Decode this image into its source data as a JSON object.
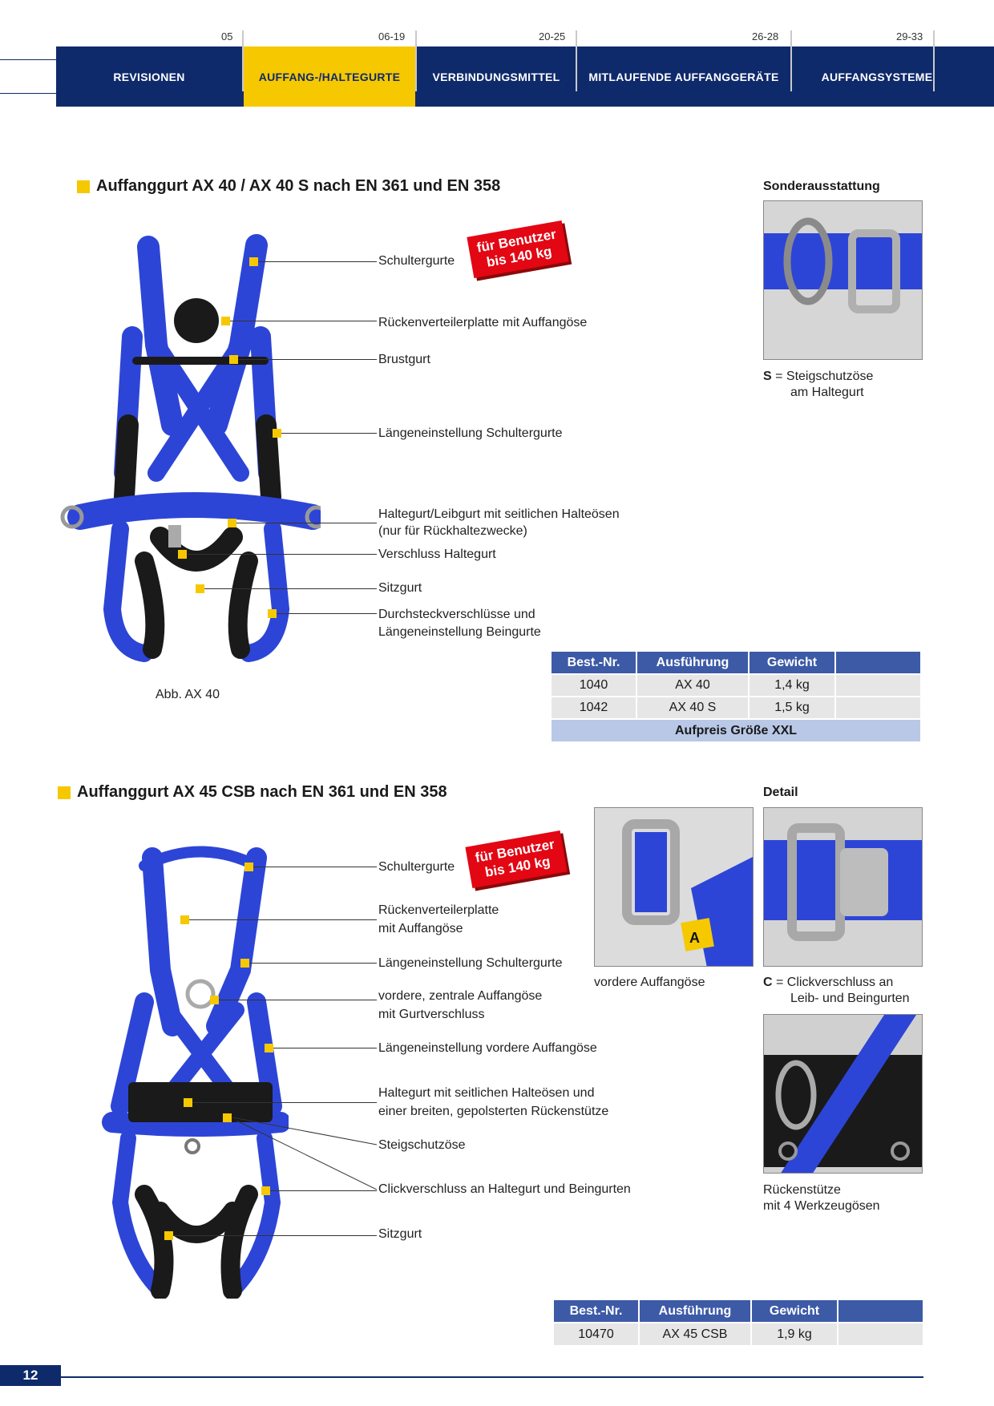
{
  "nav": {
    "pages": [
      "05",
      "06-19",
      "20-25",
      "26-28",
      "29-33"
    ],
    "tabs": [
      "REVISIONEN",
      "AUFFANG-/HALTEGURTE",
      "VERBINDUNGSMITTEL",
      "MITLAUFENDE AUFFANGGERÄTE",
      "AUFFANGSYSTEME"
    ],
    "active_tab": 1,
    "colors": {
      "bar": "#0f2a6b",
      "active": "#f6c800"
    }
  },
  "section1": {
    "title": "Auffanggurt AX 40 / AX 40 S nach EN 361 und EN 358",
    "badge": [
      "für Benutzer",
      "bis 140 kg"
    ],
    "labels": [
      "Schultergurte",
      "Rückenverteilerplatte mit Auffangöse",
      "Brustgurt",
      "Längeneinstellung Schultergurte",
      "Haltegurt/Leibgurt mit seitlichen Halteösen",
      "(nur für Rückhaltezwecke)",
      "Verschluss Haltegurt",
      "Sitzgurt",
      "Durchsteckverschlüsse und",
      "Längeneinstellung Beingurte"
    ],
    "figure_caption": "Abb. AX 40",
    "side_head": "Sonderausstattung",
    "side_caption_bold": "S",
    "side_caption": [
      " = Steigschutzöse",
      "am Haltegurt"
    ],
    "table": {
      "headers": [
        "Best.-Nr.",
        "Ausführung",
        "Gewicht",
        ""
      ],
      "rows": [
        [
          "1040",
          "AX 40",
          "1,4 kg",
          ""
        ],
        [
          "1042",
          "AX 40 S",
          "1,5 kg",
          ""
        ]
      ],
      "footer": "Aufpreis Größe XXL"
    }
  },
  "section2": {
    "title": "Auffanggurt AX 45 CSB nach EN 361 und EN 358",
    "badge": [
      "für Benutzer",
      "bis 140 kg"
    ],
    "labels": [
      "Schultergurte",
      "Rückenverteilerplatte",
      "mit Auffangöse",
      "Längeneinstellung Schultergurte",
      "vordere, zentrale Auffangöse",
      "mit Gurtverschluss",
      "Längeneinstellung vordere Auffangöse",
      "Haltegurt mit seitlichen Halteösen und",
      "einer breiten, gepolsterten Rückenstütze",
      "Steigschutzöse",
      "Clickverschluss an Haltegurt und Beingurten",
      "Sitzgurt"
    ],
    "detail_head": "Detail",
    "photo1_caption": "vordere Auffangöse",
    "photo2_caption_bold": "C",
    "photo2_caption": [
      " = Clickverschluss an",
      "Leib- und Beingurten"
    ],
    "photo1_tag": "A",
    "photo3_caption": [
      "Rückenstütze",
      "mit 4 Werkzeugösen"
    ],
    "table": {
      "headers": [
        "Best.-Nr.",
        "Ausführung",
        "Gewicht",
        ""
      ],
      "rows": [
        [
          "10470",
          "AX 45 CSB",
          "1,9 kg",
          ""
        ]
      ]
    }
  },
  "page_number": "12"
}
